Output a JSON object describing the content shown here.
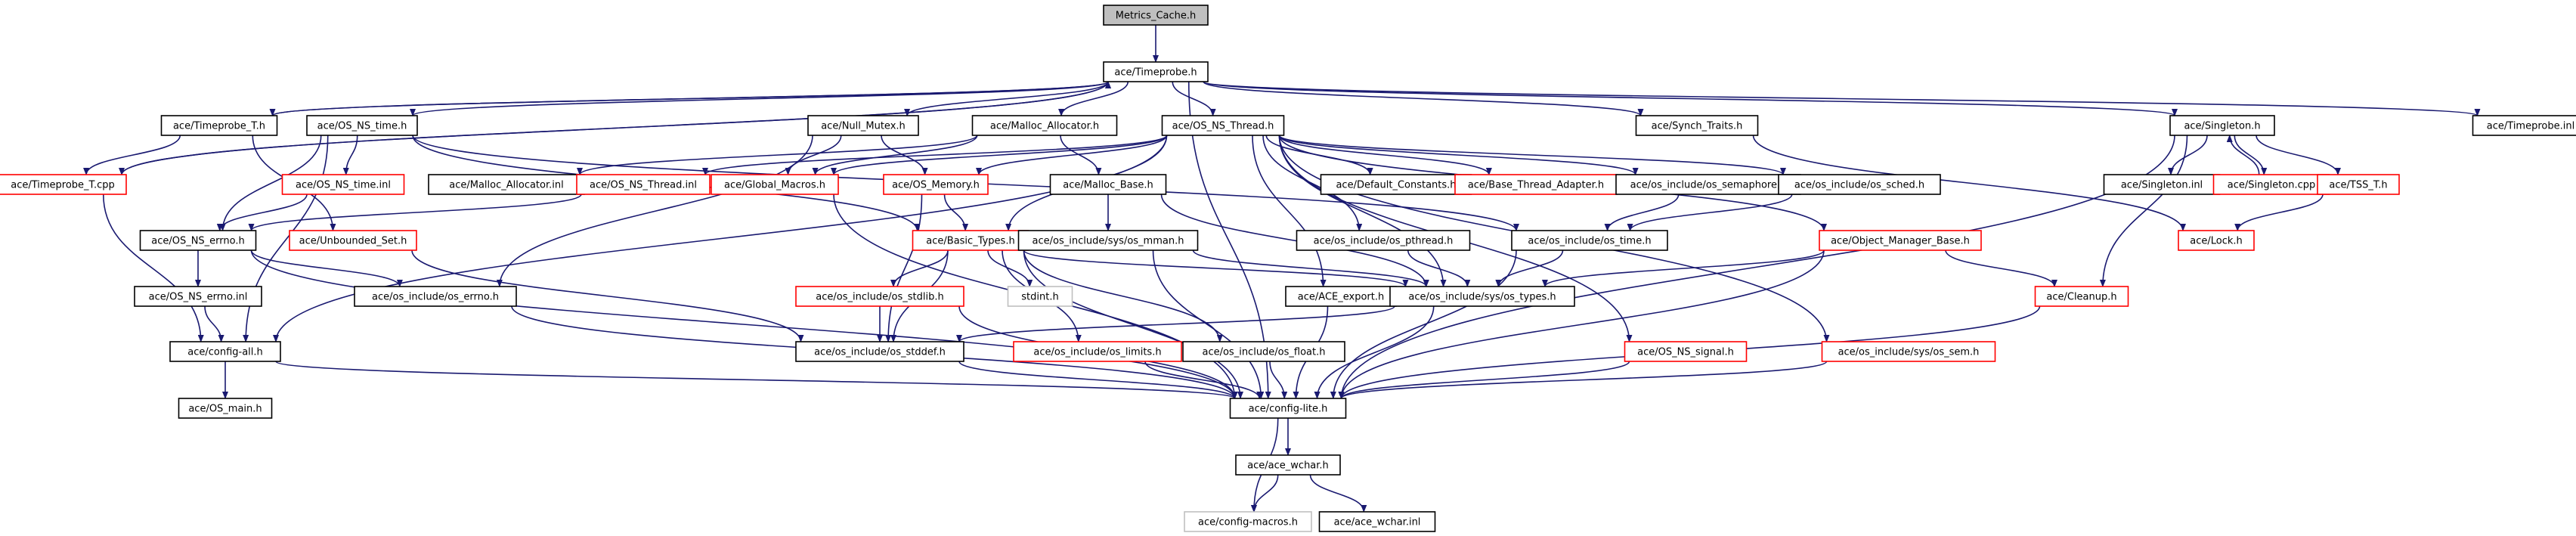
{
  "nodes": [
    {
      "id": "metrics_cache",
      "label": "Metrics_Cache.h",
      "kind": "root"
    },
    {
      "id": "timeprobe_h",
      "label": "ace/Timeprobe.h",
      "kind": "normal"
    },
    {
      "id": "timeprobe_t_h",
      "label": "ace/Timeprobe_T.h",
      "kind": "normal"
    },
    {
      "id": "os_ns_time_h",
      "label": "ace/OS_NS_time.h",
      "kind": "normal"
    },
    {
      "id": "null_mutex_h",
      "label": "ace/Null_Mutex.h",
      "kind": "normal"
    },
    {
      "id": "malloc_allocator_h",
      "label": "ace/Malloc_Allocator.h",
      "kind": "normal"
    },
    {
      "id": "os_ns_thread_h",
      "label": "ace/OS_NS_Thread.h",
      "kind": "normal"
    },
    {
      "id": "synch_traits_h",
      "label": "ace/Synch_Traits.h",
      "kind": "normal"
    },
    {
      "id": "singleton_h",
      "label": "ace/Singleton.h",
      "kind": "normal"
    },
    {
      "id": "timeprobe_inl",
      "label": "ace/Timeprobe.inl",
      "kind": "normal"
    },
    {
      "id": "timeprobe_t_cpp",
      "label": "ace/Timeprobe_T.cpp",
      "kind": "truncated"
    },
    {
      "id": "os_ns_time_inl",
      "label": "ace/OS_NS_time.inl",
      "kind": "truncated"
    },
    {
      "id": "malloc_allocator_inl",
      "label": "ace/Malloc_Allocator.inl",
      "kind": "normal"
    },
    {
      "id": "os_ns_thread_inl",
      "label": "ace/OS_NS_Thread.inl",
      "kind": "truncated"
    },
    {
      "id": "global_macros_h",
      "label": "ace/Global_Macros.h",
      "kind": "truncated"
    },
    {
      "id": "os_memory_h",
      "label": "ace/OS_Memory.h",
      "kind": "truncated"
    },
    {
      "id": "malloc_base_h",
      "label": "ace/Malloc_Base.h",
      "kind": "normal"
    },
    {
      "id": "default_constants_h",
      "label": "ace/Default_Constants.h",
      "kind": "normal"
    },
    {
      "id": "base_thread_adapter_h",
      "label": "ace/Base_Thread_Adapter.h",
      "kind": "truncated"
    },
    {
      "id": "os_semaphore_h",
      "label": "ace/os_include/os_semaphore.h",
      "kind": "normal"
    },
    {
      "id": "os_sched_h",
      "label": "ace/os_include/os_sched.h",
      "kind": "normal"
    },
    {
      "id": "singleton_inl",
      "label": "ace/Singleton.inl",
      "kind": "normal"
    },
    {
      "id": "singleton_cpp",
      "label": "ace/Singleton.cpp",
      "kind": "truncated"
    },
    {
      "id": "tss_t_h",
      "label": "ace/TSS_T.h",
      "kind": "truncated"
    },
    {
      "id": "os_ns_errno_h",
      "label": "ace/OS_NS_errno.h",
      "kind": "normal"
    },
    {
      "id": "unbounded_set_h",
      "label": "ace/Unbounded_Set.h",
      "kind": "truncated"
    },
    {
      "id": "basic_types_h",
      "label": "ace/Basic_Types.h",
      "kind": "truncated"
    },
    {
      "id": "os_mman_h",
      "label": "ace/os_include/sys/os_mman.h",
      "kind": "normal"
    },
    {
      "id": "os_pthread_h",
      "label": "ace/os_include/os_pthread.h",
      "kind": "normal"
    },
    {
      "id": "os_time_h",
      "label": "ace/os_include/os_time.h",
      "kind": "normal"
    },
    {
      "id": "object_manager_base_h",
      "label": "ace/Object_Manager_Base.h",
      "kind": "truncated"
    },
    {
      "id": "lock_h",
      "label": "ace/Lock.h",
      "kind": "truncated"
    },
    {
      "id": "os_ns_errno_inl",
      "label": "ace/OS_NS_errno.inl",
      "kind": "normal"
    },
    {
      "id": "os_errno_h",
      "label": "ace/os_include/os_errno.h",
      "kind": "normal"
    },
    {
      "id": "os_stdlib_h",
      "label": "ace/os_include/os_stdlib.h",
      "kind": "truncated"
    },
    {
      "id": "stdint_h",
      "label": "stdint.h",
      "kind": "external"
    },
    {
      "id": "ace_export_h",
      "label": "ace/ACE_export.h",
      "kind": "normal"
    },
    {
      "id": "os_types_h",
      "label": "ace/os_include/sys/os_types.h",
      "kind": "normal"
    },
    {
      "id": "cleanup_h",
      "label": "ace/Cleanup.h",
      "kind": "truncated"
    },
    {
      "id": "config_all_h",
      "label": "ace/config-all.h",
      "kind": "normal"
    },
    {
      "id": "os_stddef_h",
      "label": "ace/os_include/os_stddef.h",
      "kind": "normal"
    },
    {
      "id": "os_limits_h",
      "label": "ace/os_include/os_limits.h",
      "kind": "truncated"
    },
    {
      "id": "os_float_h",
      "label": "ace/os_include/os_float.h",
      "kind": "normal"
    },
    {
      "id": "os_ns_signal_h",
      "label": "ace/OS_NS_signal.h",
      "kind": "truncated"
    },
    {
      "id": "os_sem_h",
      "label": "ace/os_include/sys/os_sem.h",
      "kind": "truncated"
    },
    {
      "id": "os_main_h",
      "label": "ace/OS_main.h",
      "kind": "normal"
    },
    {
      "id": "config_lite_h",
      "label": "ace/config-lite.h",
      "kind": "normal"
    },
    {
      "id": "ace_wchar_h",
      "label": "ace/ace_wchar.h",
      "kind": "normal"
    },
    {
      "id": "config_macros_h",
      "label": "ace/config-macros.h",
      "kind": "external"
    },
    {
      "id": "ace_wchar_inl",
      "label": "ace/ace_wchar.inl",
      "kind": "normal"
    }
  ],
  "edges": [
    [
      "metrics_cache",
      "timeprobe_h"
    ],
    [
      "timeprobe_h",
      "timeprobe_t_h"
    ],
    [
      "timeprobe_h",
      "os_ns_time_h"
    ],
    [
      "timeprobe_h",
      "null_mutex_h"
    ],
    [
      "timeprobe_h",
      "malloc_allocator_h"
    ],
    [
      "timeprobe_h",
      "os_ns_thread_h"
    ],
    [
      "timeprobe_h",
      "synch_traits_h"
    ],
    [
      "timeprobe_h",
      "singleton_h"
    ],
    [
      "timeprobe_h",
      "timeprobe_inl"
    ],
    [
      "timeprobe_h",
      "timeprobe_t_cpp"
    ],
    [
      "timeprobe_h",
      "config_lite_h"
    ],
    [
      "timeprobe_t_h",
      "timeprobe_t_cpp"
    ],
    [
      "timeprobe_t_h",
      "unbounded_set_h"
    ],
    [
      "timeprobe_t_h",
      "timeprobe_h"
    ],
    [
      "timeprobe_t_cpp",
      "config_all_h"
    ],
    [
      "timeprobe_t_cpp",
      "timeprobe_h"
    ],
    [
      "os_ns_time_h",
      "os_ns_time_inl"
    ],
    [
      "os_ns_time_h",
      "os_ns_errno_h"
    ],
    [
      "os_ns_time_h",
      "basic_types_h"
    ],
    [
      "os_ns_time_h",
      "os_time_h"
    ],
    [
      "os_ns_time_h",
      "config_all_h"
    ],
    [
      "os_ns_time_inl",
      "os_ns_errno_h"
    ],
    [
      "null_mutex_h",
      "os_memory_h"
    ],
    [
      "null_mutex_h",
      "global_macros_h"
    ],
    [
      "null_mutex_h",
      "os_errno_h"
    ],
    [
      "malloc_allocator_h",
      "malloc_allocator_inl"
    ],
    [
      "malloc_allocator_h",
      "malloc_base_h"
    ],
    [
      "malloc_allocator_h",
      "global_macros_h"
    ],
    [
      "os_ns_thread_h",
      "os_ns_thread_inl"
    ],
    [
      "os_ns_thread_h",
      "global_macros_h"
    ],
    [
      "os_ns_thread_h",
      "os_memory_h"
    ],
    [
      "os_ns_thread_h",
      "default_constants_h"
    ],
    [
      "os_ns_thread_h",
      "base_thread_adapter_h"
    ],
    [
      "os_ns_thread_h",
      "os_semaphore_h"
    ],
    [
      "os_ns_thread_h",
      "os_sched_h"
    ],
    [
      "os_ns_thread_h",
      "basic_types_h"
    ],
    [
      "os_ns_thread_h",
      "os_pthread_h"
    ],
    [
      "os_ns_thread_h",
      "ace_export_h"
    ],
    [
      "os_ns_thread_h",
      "object_manager_base_h"
    ],
    [
      "os_ns_thread_h",
      "os_ns_signal_h"
    ],
    [
      "os_ns_thread_h",
      "os_sem_h"
    ],
    [
      "os_ns_thread_h",
      "config_all_h"
    ],
    [
      "os_ns_thread_h",
      "os_types_h"
    ],
    [
      "os_ns_thread_inl",
      "os_ns_errno_h"
    ],
    [
      "singleton_h",
      "singleton_inl"
    ],
    [
      "singleton_h",
      "singleton_cpp"
    ],
    [
      "singleton_h",
      "tss_t_h"
    ],
    [
      "singleton_h",
      "cleanup_h"
    ],
    [
      "singleton_h",
      "config_lite_h"
    ],
    [
      "singleton_cpp",
      "singleton_h"
    ],
    [
      "tss_t_h",
      "lock_h"
    ],
    [
      "synch_traits_h",
      "lock_h"
    ],
    [
      "os_memory_h",
      "basic_types_h"
    ],
    [
      "os_memory_h",
      "os_stddef_h"
    ],
    [
      "global_macros_h",
      "config_lite_h"
    ],
    [
      "malloc_base_h",
      "os_mman_h"
    ],
    [
      "malloc_base_h",
      "os_types_h"
    ],
    [
      "os_semaphore_h",
      "os_time_h"
    ],
    [
      "os_sched_h",
      "os_time_h"
    ],
    [
      "os_ns_errno_h",
      "os_ns_errno_inl"
    ],
    [
      "os_ns_errno_h",
      "os_errno_h"
    ],
    [
      "os_ns_errno_h",
      "config_lite_h"
    ],
    [
      "os_ns_errno_inl",
      "config_all_h"
    ],
    [
      "unbounded_set_h",
      "os_stddef_h"
    ],
    [
      "basic_types_h",
      "os_stdlib_h"
    ],
    [
      "basic_types_h",
      "stdint_h"
    ],
    [
      "basic_types_h",
      "os_limits_h"
    ],
    [
      "basic_types_h",
      "os_float_h"
    ],
    [
      "basic_types_h",
      "os_types_h"
    ],
    [
      "basic_types_h",
      "config_lite_h"
    ],
    [
      "basic_types_h",
      "os_stddef_h"
    ],
    [
      "os_mman_h",
      "os_types_h"
    ],
    [
      "os_mman_h",
      "config_lite_h"
    ],
    [
      "os_pthread_h",
      "os_types_h"
    ],
    [
      "os_time_h",
      "os_types_h"
    ],
    [
      "os_time_h",
      "config_lite_h"
    ],
    [
      "object_manager_base_h",
      "cleanup_h"
    ],
    [
      "object_manager_base_h",
      "os_types_h"
    ],
    [
      "object_manager_base_h",
      "config_lite_h"
    ],
    [
      "os_errno_h",
      "config_lite_h"
    ],
    [
      "os_stdlib_h",
      "os_stddef_h"
    ],
    [
      "os_stdlib_h",
      "config_lite_h"
    ],
    [
      "ace_export_h",
      "config_lite_h"
    ],
    [
      "os_types_h",
      "os_stddef_h"
    ],
    [
      "os_types_h",
      "config_lite_h"
    ],
    [
      "cleanup_h",
      "config_lite_h"
    ],
    [
      "config_all_h",
      "os_main_h"
    ],
    [
      "config_all_h",
      "config_lite_h"
    ],
    [
      "os_stddef_h",
      "config_lite_h"
    ],
    [
      "os_limits_h",
      "config_lite_h"
    ],
    [
      "os_float_h",
      "config_lite_h"
    ],
    [
      "os_ns_signal_h",
      "config_lite_h"
    ],
    [
      "os_sem_h",
      "config_lite_h"
    ],
    [
      "config_lite_h",
      "ace_wchar_h"
    ],
    [
      "config_lite_h",
      "config_macros_h"
    ],
    [
      "ace_wchar_h",
      "ace_wchar_inl"
    ],
    [
      "ace_wchar_h",
      "config_macros_h"
    ]
  ],
  "colors": {
    "edge": "#191970",
    "root_fill": "#bfbfbf",
    "normal_border": "#000000",
    "truncated_border": "#ff0000",
    "external_border": "#bfbfbf",
    "text": "#000000"
  }
}
